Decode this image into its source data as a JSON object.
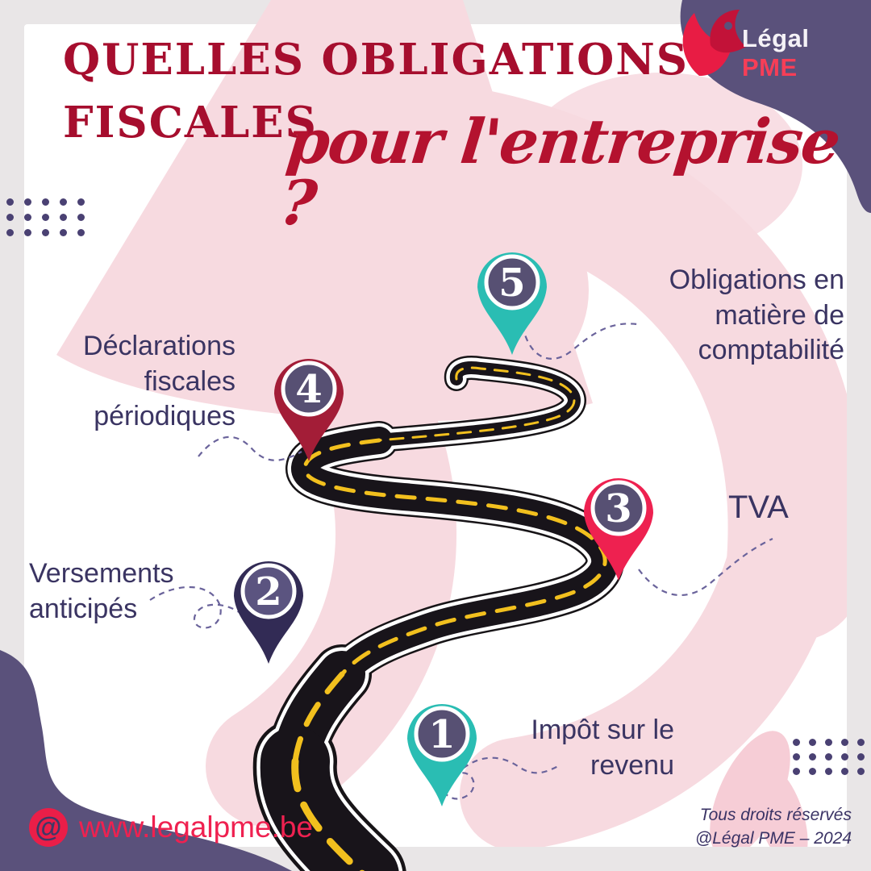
{
  "title": {
    "line1": "QUELLES OBLIGATIONS",
    "line2": "FISCALES",
    "script": "pour l'entreprise ?"
  },
  "logo": {
    "word1": "Légal",
    "word2": "PME"
  },
  "pins": [
    {
      "number": "1",
      "color": "#2abdb3",
      "inner": "#575073",
      "lines": [
        "Impôt sur le",
        "revenu"
      ]
    },
    {
      "number": "2",
      "color": "#322b55",
      "inner": "#5b5480",
      "lines": [
        "Versements",
        "anticipés"
      ]
    },
    {
      "number": "3",
      "color": "#ee2150",
      "inner": "#575073",
      "lines": [
        "TVA"
      ]
    },
    {
      "number": "4",
      "color": "#a31d37",
      "inner": "#575073",
      "lines": [
        "Déclarations",
        "fiscales",
        "périodiques"
      ]
    },
    {
      "number": "5",
      "color": "#2abdb3",
      "inner": "#575073",
      "lines": [
        "Obligations en",
        "matière de",
        "comptabilité"
      ]
    }
  ],
  "footer": {
    "at_symbol": "@",
    "website": "www.legalpme.be",
    "rights_line1": "Tous droits réservés",
    "rights_line2": "@Légal PME – 2024"
  },
  "colors": {
    "title_red": "#a60e2e",
    "script_red": "#b4122f",
    "label_purple": "#3a3462",
    "corner_blob_purple": "#5a517b",
    "watermark_pink": "#f7dae0",
    "url_red": "#ef2150",
    "road_black": "#18141a",
    "road_yellow": "#f2c01e",
    "connector_purple": "#6a639b"
  }
}
